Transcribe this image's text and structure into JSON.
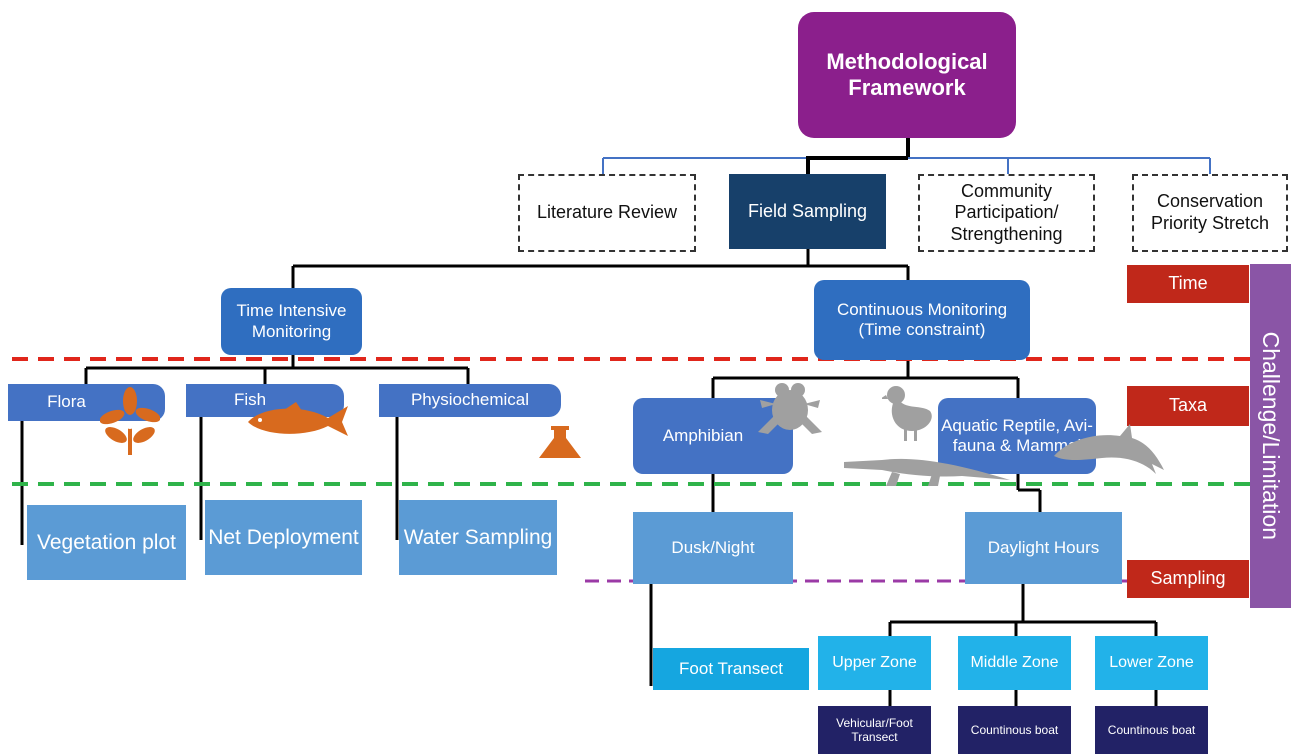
{
  "root": "Methodological Framework",
  "approaches": {
    "literature": "Literature Review",
    "field": "Field Sampling",
    "community": "Community Participation/ Strengthening",
    "conservation": "Conservation Priority Stretch"
  },
  "monitoring": {
    "time_intensive": "Time Intensive Monitoring",
    "continuous": "Continuous Monitoring (Time constraint)"
  },
  "taxa": {
    "flora": "Flora",
    "fish": "Fish",
    "physio": "Physiochemical",
    "amphibian": "Amphibian",
    "reptile": "Aquatic Reptile, Avi-fauna & Mammal"
  },
  "methods": {
    "vegetation": "Vegetation plot",
    "net": "Net Deployment",
    "water": "Water Sampling",
    "dusk": "Dusk/Night",
    "daylight": "Daylight Hours",
    "foot": "Foot Transect"
  },
  "zones": {
    "upper": "Upper Zone",
    "middle": "Middle Zone",
    "lower": "Lower Zone",
    "upper_method": "Vehicular/Foot Transect",
    "middle_method": "Countinous boat",
    "lower_method": "Countinous boat"
  },
  "challenges": {
    "title": "Challenge/Limitation",
    "time": "Time",
    "taxa": "Taxa",
    "sampling": "Sampling"
  },
  "colors": {
    "root": "#8b1f8c",
    "red_line": "#e0261b",
    "green_line": "#2fb34a",
    "purple_line": "#9b3aa6",
    "icon_orange": "#d86a1e",
    "icon_grey": "#a0a0a0"
  },
  "icons": [
    "flower-icon",
    "fish-icon",
    "flask-icon",
    "frog-icon",
    "duck-icon",
    "crocodile-icon",
    "dolphin-icon"
  ]
}
